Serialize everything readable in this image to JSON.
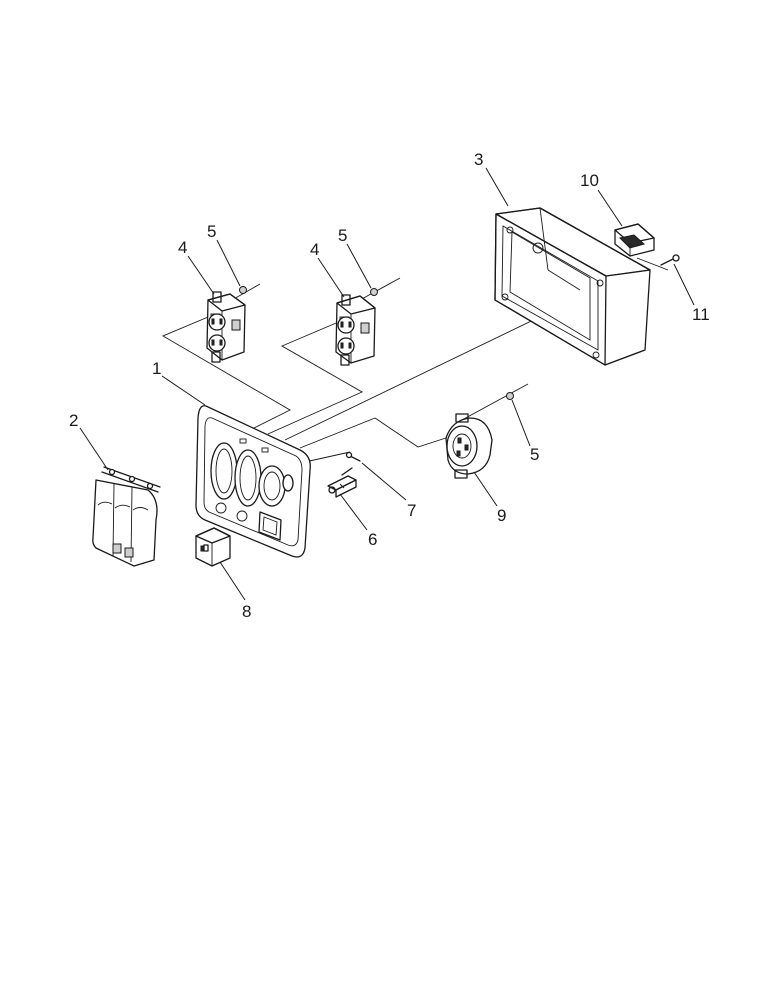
{
  "callouts": {
    "c1": "1",
    "c2": "2",
    "c3": "3",
    "c4a": "4",
    "c4b": "4",
    "c5a": "5",
    "c5b": "5",
    "c5c": "5",
    "c6": "6",
    "c7": "7",
    "c8": "8",
    "c9": "9",
    "c10": "10",
    "c11": "11"
  },
  "colors": {
    "ink": "#1a1a1a",
    "paper": "#ffffff"
  }
}
